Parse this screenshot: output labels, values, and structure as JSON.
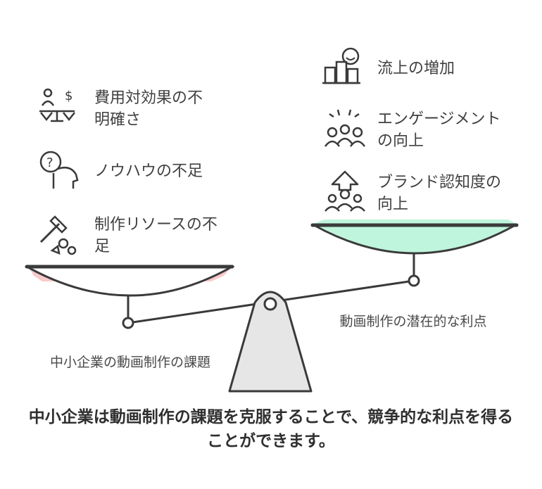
{
  "left_side": {
    "caption": "中小企業の動画制作の課題",
    "color": "#f8c4c4",
    "items": [
      {
        "icon": "cost-effectiveness-icon",
        "label": "費用対効果の不明確さ"
      },
      {
        "icon": "know-how-icon",
        "label": "ノウハウの不足"
      },
      {
        "icon": "resources-icon",
        "label": "制作リソースの不足"
      }
    ]
  },
  "right_side": {
    "caption": "動画制作の潜在的な利点",
    "color": "#bff5dc",
    "items": [
      {
        "icon": "traffic-increase-icon",
        "label": "流上の増加"
      },
      {
        "icon": "engagement-icon",
        "label": "エンゲージメントの向上"
      },
      {
        "icon": "brand-awareness-icon",
        "label": "ブランド認知度の向上"
      }
    ]
  },
  "conclusion": "中小企業は動画制作の課題を克服することで、競争的な利点を得ることができます。"
}
